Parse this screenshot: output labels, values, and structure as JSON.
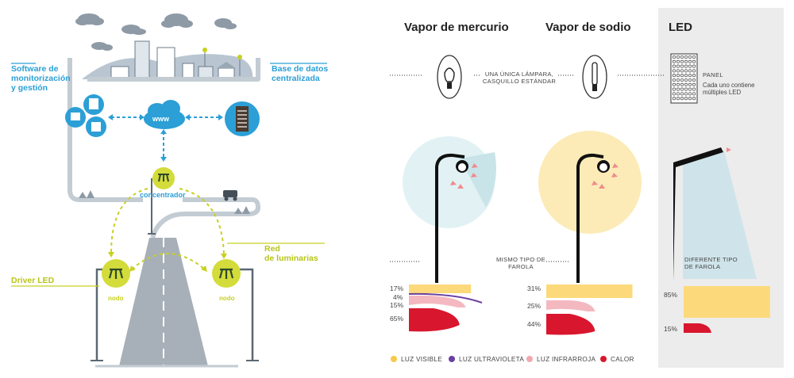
{
  "network": {
    "software_label": "Software de\nmonitorización\ny gestión",
    "database_label": "Base de datos\ncentralizada",
    "www_label": "www",
    "concentrator_label": "concentrador",
    "driver_label": "Driver LED",
    "luminaires_label": "Red\nde luminarias",
    "node_label": "nodo"
  },
  "comparison": {
    "columns": [
      {
        "title": "Vapor de mercurio"
      },
      {
        "title": "Vapor de sodio"
      },
      {
        "title": "LED"
      }
    ],
    "lamp_caption": "UNA ÚNICA LÁMPARA,\nCASQUILLO ESTÁNDAR",
    "panel_title": "PANEL",
    "panel_caption": "Cada uno contiene\nmúltiples LED",
    "same_pole_caption": "MISMO TIPO DE\nFAROLA",
    "different_pole_caption": "DIFERENTE TIPO\nDE FAROLA"
  },
  "chart_data": {
    "type": "bar",
    "categories": [
      "Vapor de mercurio",
      "Vapor de sodio",
      "LED"
    ],
    "series": [
      {
        "name": "LUZ VISIBLE",
        "values": [
          17,
          31,
          85
        ]
      },
      {
        "name": "LUZ ULTRAVIOLETA",
        "values": [
          4,
          null,
          null
        ]
      },
      {
        "name": "LUZ INFRARROJA",
        "values": [
          15,
          25,
          null
        ]
      },
      {
        "name": "CALOR",
        "values": [
          65,
          44,
          15
        ]
      }
    ],
    "value_labels": {
      "mercury": [
        "17%",
        "4%",
        "15%",
        "65%"
      ],
      "sodium": [
        "31%",
        "25%",
        "44%"
      ],
      "led": [
        "85%",
        "15%"
      ]
    }
  },
  "legend": [
    {
      "label": "LUZ VISIBLE",
      "color": "#f7c948"
    },
    {
      "label": "LUZ ULTRAVIOLETA",
      "color": "#6b3fa0"
    },
    {
      "label": "LUZ INFRARROJA",
      "color": "#f2a7b0"
    },
    {
      "label": "CALOR",
      "color": "#d8172e"
    }
  ],
  "colors": {
    "blue": "#2b9fd6",
    "lime": "#c7d021",
    "visible": "#fcd97a",
    "infrared": "#f4b8c0",
    "ultraviolet": "#6b3fa0",
    "heat": "#d8172e",
    "cone": "#cfe7ec"
  }
}
